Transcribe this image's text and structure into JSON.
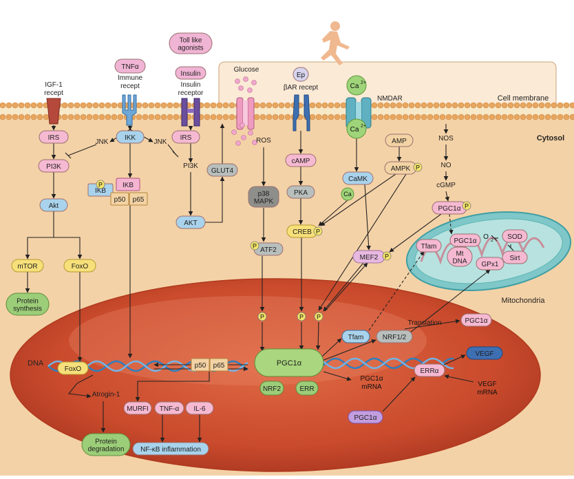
{
  "membrane": {
    "label": "Cell membrane",
    "cytosol": "Cytosol",
    "mitochondria": "Mitochondria",
    "dna": "DNA"
  },
  "receptors": {
    "igf1": [
      "IGF-1",
      "recept"
    ],
    "tnfa": "TNFα",
    "immune": "Immune",
    "immune2": "recept",
    "toll": [
      "Toll like",
      "agonists"
    ],
    "insulin": "Insulin",
    "insulin_rec": [
      "Insulin",
      "receptor"
    ],
    "glucose": "Glucose",
    "ep": "Ep",
    "bar": "βAR recept",
    "ca": "Ca",
    "nmdar": "NMDAR"
  },
  "nodes": {
    "jnk": "JNK",
    "irs": "IRS",
    "ikk": "IKK",
    "pi3k": "PI3K",
    "ikb": "IKB",
    "p50": "p50",
    "p65": "p65",
    "akt": "Akt",
    "akt2": "AKT",
    "glut4": "GLUT4",
    "ros": "ROS",
    "p38": [
      "p38",
      "MAPK"
    ],
    "atf2": "ATF2",
    "camp": "cAMP",
    "pka": "PKA",
    "creb": "CREB",
    "camk": "CaMK",
    "amp": "AMP",
    "ampk": "AMPK",
    "mef2": "MEF2",
    "nos": "NOS",
    "no": "NO",
    "cgmp": "cGMP",
    "pgc1a": "PGC1α",
    "mtor": "mTOR",
    "foxo": "FoxO",
    "protein_syn": [
      "Protein",
      "synthesis"
    ],
    "atrogin": "Atrogin-1",
    "murfi": "MURFI",
    "tnf_a": "TNF-α",
    "il6": "IL-6",
    "protein_deg": [
      "Protein",
      "degradation"
    ],
    "nfkb": "NF-κB inflammation",
    "nrf2": "NRF2",
    "err": "ERR",
    "tfam": "Tfam",
    "nrf12": "NRF1/2",
    "translation": "Translation",
    "vegf": "VEGF",
    "erra": "ERRα",
    "pgc_mrna": [
      "PGC1α",
      "mRNA"
    ],
    "vegf_mrna": [
      "VEGF",
      "mRNA"
    ],
    "mt_dna": [
      "Mt",
      "DNA"
    ],
    "gpx1": "GPx1",
    "sod": "SOD",
    "sirt": "Sirt",
    "o2": "O",
    "p": "P"
  },
  "colors": {
    "pink": "#f6b9d2",
    "blue": "#a9d3ec",
    "green": "#9ccd78",
    "purple": "#c29ee0",
    "grey": "#b8bfbd",
    "beige": "#f3d3a4",
    "nucleus": "#c9482a"
  }
}
